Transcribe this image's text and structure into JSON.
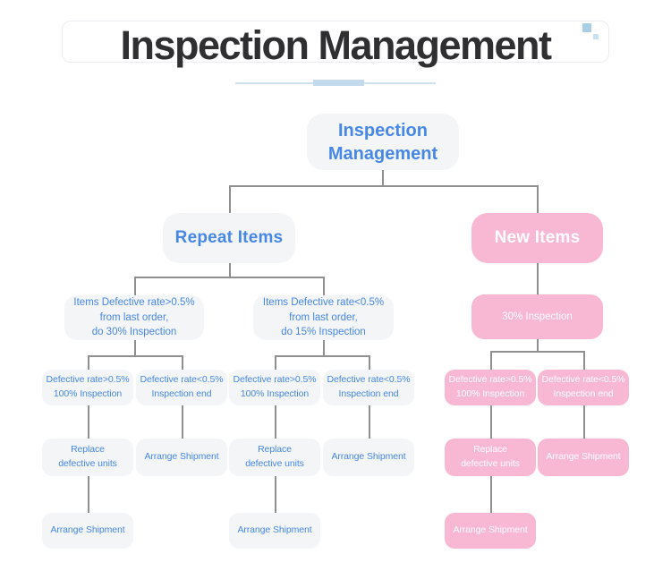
{
  "header": {
    "title": "Inspection Management"
  },
  "tree": {
    "root": "Inspection\nManagement",
    "repeat_items": "Repeat Items",
    "new_items": "New Items",
    "repeat_high": "Items Defective rate>0.5%\nfrom last order,\ndo 30% Inspection",
    "repeat_low": "Items Defective rate<0.5%\nfrom last order,\ndo 15% Inspection",
    "new_inspection": "30% Inspection",
    "defect_high": "Defective rate>0.5%\n100% Inspection",
    "defect_low": "Defective rate<0.5%\nInspection end",
    "replace_units": "Replace\ndefective units",
    "arrange_shipment": "Arrange Shipment"
  },
  "colors": {
    "ink": "#2f2f31",
    "blue": "#4787e6",
    "pink": "#f8b7d3",
    "graybox": "#f4f5f7",
    "line": "#8f8f8f",
    "border": "#ecedf2",
    "ul1": "#cfe2f0",
    "ul2": "#c3daec",
    "sq1": "#a9cfe7",
    "sq2": "#c9e0f1"
  }
}
